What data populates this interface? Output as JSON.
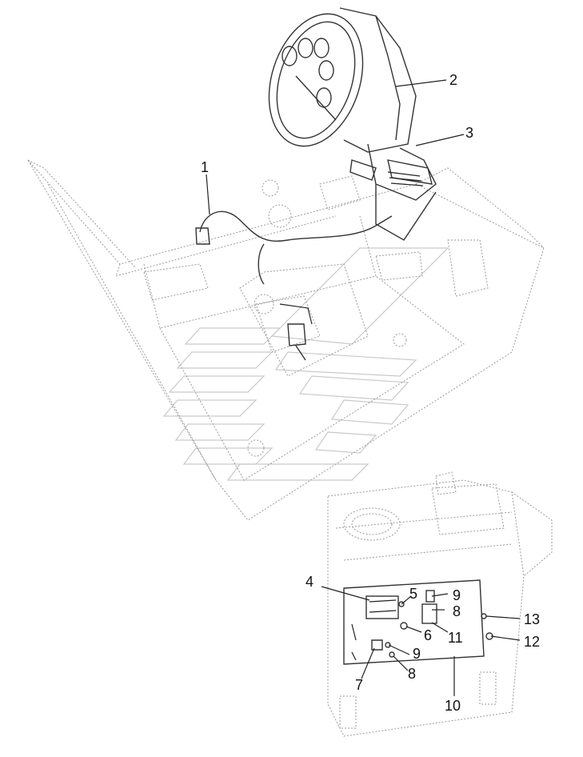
{
  "callouts": [
    {
      "id": "1",
      "label": "1"
    },
    {
      "id": "2",
      "label": "2"
    },
    {
      "id": "3",
      "label": "3"
    },
    {
      "id": "4",
      "label": "4"
    },
    {
      "id": "5",
      "label": "5"
    },
    {
      "id": "9a",
      "label": "9"
    },
    {
      "id": "8a",
      "label": "8"
    },
    {
      "id": "6",
      "label": "6"
    },
    {
      "id": "11",
      "label": "11"
    },
    {
      "id": "13",
      "label": "13"
    },
    {
      "id": "12",
      "label": "12"
    },
    {
      "id": "9b",
      "label": "9"
    },
    {
      "id": "8b",
      "label": "8"
    },
    {
      "id": "7",
      "label": "7"
    },
    {
      "id": "10",
      "label": "10"
    }
  ]
}
